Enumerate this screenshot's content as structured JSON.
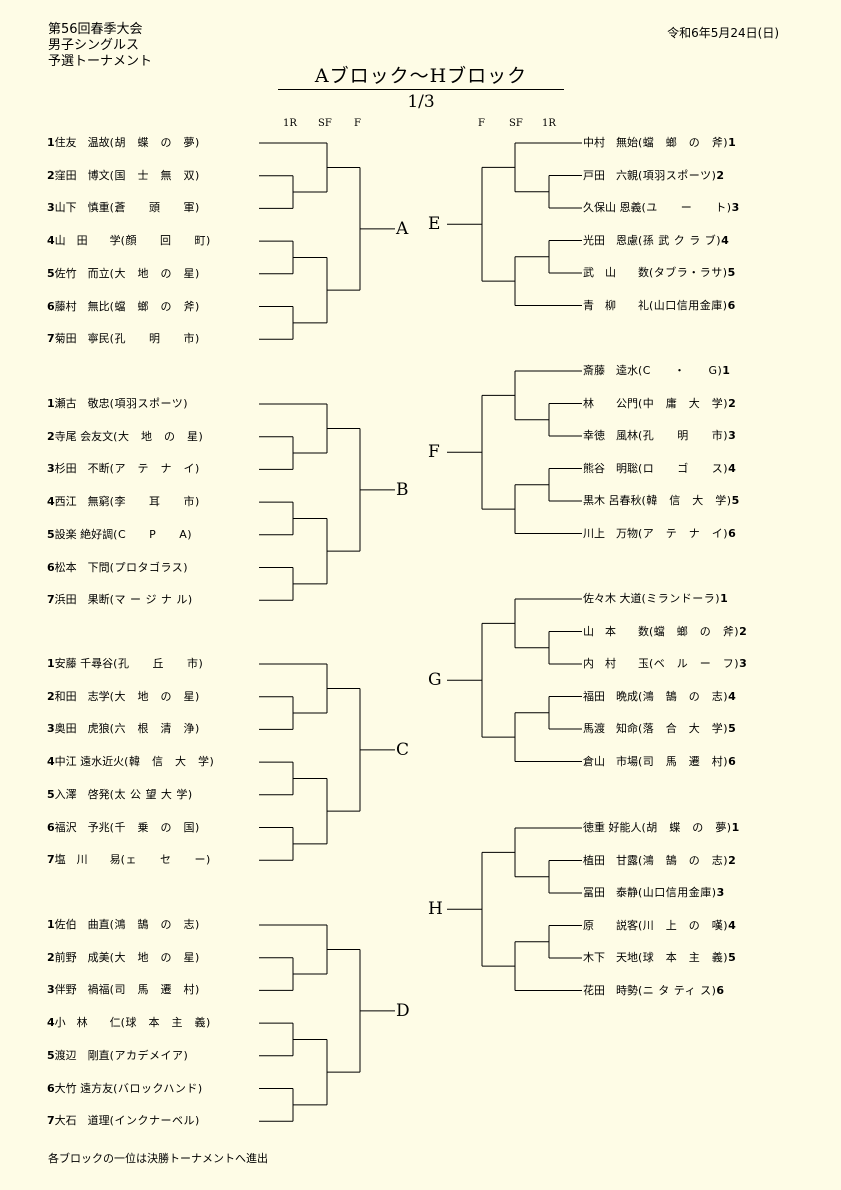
{
  "header": {
    "line1": "第56回春季大会",
    "line2": "男子シングルス",
    "line3": "予選トーナメント",
    "date": "令和6年5月24日(日)",
    "title": "Aブロック～Hブロック",
    "page": "1/3"
  },
  "rounds": {
    "left": [
      "1R",
      "SF",
      "F"
    ],
    "right": [
      "F",
      "SF",
      "1R"
    ]
  },
  "blocks": [
    {
      "label": "A",
      "players": [
        {
          "seed": "1",
          "name": "住友　温故",
          "aff": "(胡　蝶　の　夢)"
        },
        {
          "seed": "2",
          "name": "窪田　博文",
          "aff": "(国　士　無　双)"
        },
        {
          "seed": "3",
          "name": "山下　慎重",
          "aff": "(蒼　　頭　　軍)"
        },
        {
          "seed": "4",
          "name": "山　田　　学",
          "aff": "(顔　　回　　町)"
        },
        {
          "seed": "5",
          "name": "佐竹　而立",
          "aff": "(大　地　の　星)"
        },
        {
          "seed": "6",
          "name": "藤村　無比",
          "aff": "(蟷　螂　の　斧)"
        },
        {
          "seed": "7",
          "name": "菊田　寧民",
          "aff": "(孔　　明　　市)"
        }
      ]
    },
    {
      "label": "B",
      "players": [
        {
          "seed": "1",
          "name": "瀬古　敬忠",
          "aff": "(項羽スポーツ)"
        },
        {
          "seed": "2",
          "name": "寺尾 会友文",
          "aff": "(大　地　の　星)"
        },
        {
          "seed": "3",
          "name": "杉田　不断",
          "aff": "(ア　テ　ナ　イ)"
        },
        {
          "seed": "4",
          "name": "西江　無窮",
          "aff": "(李　　耳　　市)"
        },
        {
          "seed": "5",
          "name": "設楽 絶好調",
          "aff": "(C　　P　　A)"
        },
        {
          "seed": "6",
          "name": "松本　下問",
          "aff": "(プロタゴラス)"
        },
        {
          "seed": "7",
          "name": "浜田　果断",
          "aff": "(マ ー ジ ナ ル)"
        }
      ]
    },
    {
      "label": "C",
      "players": [
        {
          "seed": "1",
          "name": "安藤 千尋谷",
          "aff": "(孔　　丘　　市)"
        },
        {
          "seed": "2",
          "name": "和田　志学",
          "aff": "(大　地　の　星)"
        },
        {
          "seed": "3",
          "name": "奥田　虎狼",
          "aff": "(六　根　清　浄)"
        },
        {
          "seed": "4",
          "name": "中江 遠水近火",
          "aff": "(韓　信　大　学)"
        },
        {
          "seed": "5",
          "name": "入澤　啓発",
          "aff": "(太 公 望 大 学)"
        },
        {
          "seed": "6",
          "name": "福沢　予兆",
          "aff": "(千　乗　の　国)"
        },
        {
          "seed": "7",
          "name": "塩　川　　易",
          "aff": "(ェ　　セ　　ー)"
        }
      ]
    },
    {
      "label": "D",
      "players": [
        {
          "seed": "1",
          "name": "佐伯　曲直",
          "aff": "(鴻　鵠　の　志)"
        },
        {
          "seed": "2",
          "name": "前野　成美",
          "aff": "(大　地　の　星)"
        },
        {
          "seed": "3",
          "name": "伴野　禍福",
          "aff": "(司　馬　遷　村)"
        },
        {
          "seed": "4",
          "name": "小　林　　仁",
          "aff": "(球　本　主　義)"
        },
        {
          "seed": "5",
          "name": "渡辺　剛直",
          "aff": "(アカデメイア)"
        },
        {
          "seed": "6",
          "name": "大竹 遠方友",
          "aff": "(バロックハンド)"
        },
        {
          "seed": "7",
          "name": "大石　道理",
          "aff": "(インクナーベル)"
        }
      ]
    },
    {
      "label": "E",
      "players": [
        {
          "seed": "1",
          "name": "中村　無始",
          "aff": "(蟷　螂　の　斧)"
        },
        {
          "seed": "2",
          "name": "戸田　六親",
          "aff": "(項羽スポーツ)"
        },
        {
          "seed": "3",
          "name": "久保山 恩義",
          "aff": "(ユ　　ー　　ト)"
        },
        {
          "seed": "4",
          "name": "光田　恩慮",
          "aff": "(孫 武 ク ラ ブ)"
        },
        {
          "seed": "5",
          "name": "武　山　　数",
          "aff": "(タブラ・ラサ)"
        },
        {
          "seed": "6",
          "name": "青　柳　　礼",
          "aff": "(山口信用金庫)"
        }
      ]
    },
    {
      "label": "F",
      "players": [
        {
          "seed": "1",
          "name": "斎藤　逵水",
          "aff": "(C　　・　　G)"
        },
        {
          "seed": "2",
          "name": "林　　公門",
          "aff": "(中　庸　大　学)"
        },
        {
          "seed": "3",
          "name": "幸徳　風林",
          "aff": "(孔　　明　　市)"
        },
        {
          "seed": "4",
          "name": "熊谷　明聡",
          "aff": "(ロ　　ゴ　　ス)"
        },
        {
          "seed": "5",
          "name": "黒木 呂春秋",
          "aff": "(韓　信　大　学)"
        },
        {
          "seed": "6",
          "name": "川上　万物",
          "aff": "(ア　テ　ナ　イ)"
        }
      ]
    },
    {
      "label": "G",
      "players": [
        {
          "seed": "1",
          "name": "佐々木 大道",
          "aff": "(ミランドーラ)"
        },
        {
          "seed": "2",
          "name": "山　本　　数",
          "aff": "(蟷　螂　の　斧)"
        },
        {
          "seed": "3",
          "name": "内　村　　玉",
          "aff": "(ベ　ル　ー　フ)"
        },
        {
          "seed": "4",
          "name": "福田　晩成",
          "aff": "(鴻　鵠　の　志)"
        },
        {
          "seed": "5",
          "name": "馬渡　知命",
          "aff": "(落　合　大　学)"
        },
        {
          "seed": "6",
          "name": "倉山　市場",
          "aff": "(司　馬　遷　村)"
        }
      ]
    },
    {
      "label": "H",
      "players": [
        {
          "seed": "1",
          "name": "徳重 好能人",
          "aff": "(胡　蝶　の　夢)"
        },
        {
          "seed": "2",
          "name": "植田　甘露",
          "aff": "(鴻　鵠　の　志)"
        },
        {
          "seed": "3",
          "name": "冨田　泰静",
          "aff": "(山口信用金庫)"
        },
        {
          "seed": "4",
          "name": "原　　説客",
          "aff": "(川　上　の　嘆)"
        },
        {
          "seed": "5",
          "name": "木下　天地",
          "aff": "(球　本　主　義)"
        },
        {
          "seed": "6",
          "name": "花田　時勢",
          "aff": "(ニ タ ティ ス)"
        }
      ]
    }
  ],
  "footer": {
    "note": "各ブロックの一位は決勝トーナメントへ進出"
  }
}
